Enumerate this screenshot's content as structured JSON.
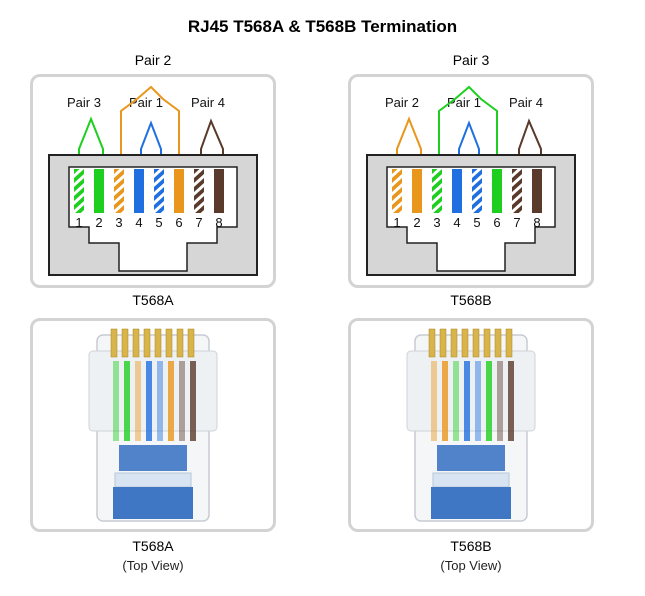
{
  "title": "RJ45 T568A & T568B Termination",
  "colors": {
    "green": "#1fcf1f",
    "orange": "#e8961c",
    "blue": "#1f6fe0",
    "brown": "#5a3a2a",
    "plug_blue": "#3f77c4"
  },
  "diagrams": [
    {
      "standard": "T568A",
      "top_pair_label": "Pair 2",
      "pair_labels": [
        "Pair 3",
        "Pair 1",
        "Pair 4"
      ],
      "pins": [
        "1",
        "2",
        "3",
        "4",
        "5",
        "6",
        "7",
        "8"
      ],
      "wires": [
        "white-green",
        "green",
        "white-orange",
        "blue",
        "white-blue",
        "orange",
        "white-brown",
        "brown"
      ],
      "caption": "T568A",
      "photo_caption": "T568A",
      "photo_subcaption": "(Top View)"
    },
    {
      "standard": "T568B",
      "top_pair_label": "Pair 3",
      "pair_labels": [
        "Pair 2",
        "Pair 1",
        "Pair 4"
      ],
      "pins": [
        "1",
        "2",
        "3",
        "4",
        "5",
        "6",
        "7",
        "8"
      ],
      "wires": [
        "white-orange",
        "orange",
        "white-green",
        "blue",
        "white-blue",
        "green",
        "white-brown",
        "brown"
      ],
      "caption": "T568B",
      "photo_caption": "T568B",
      "photo_subcaption": "(Top View)"
    }
  ]
}
